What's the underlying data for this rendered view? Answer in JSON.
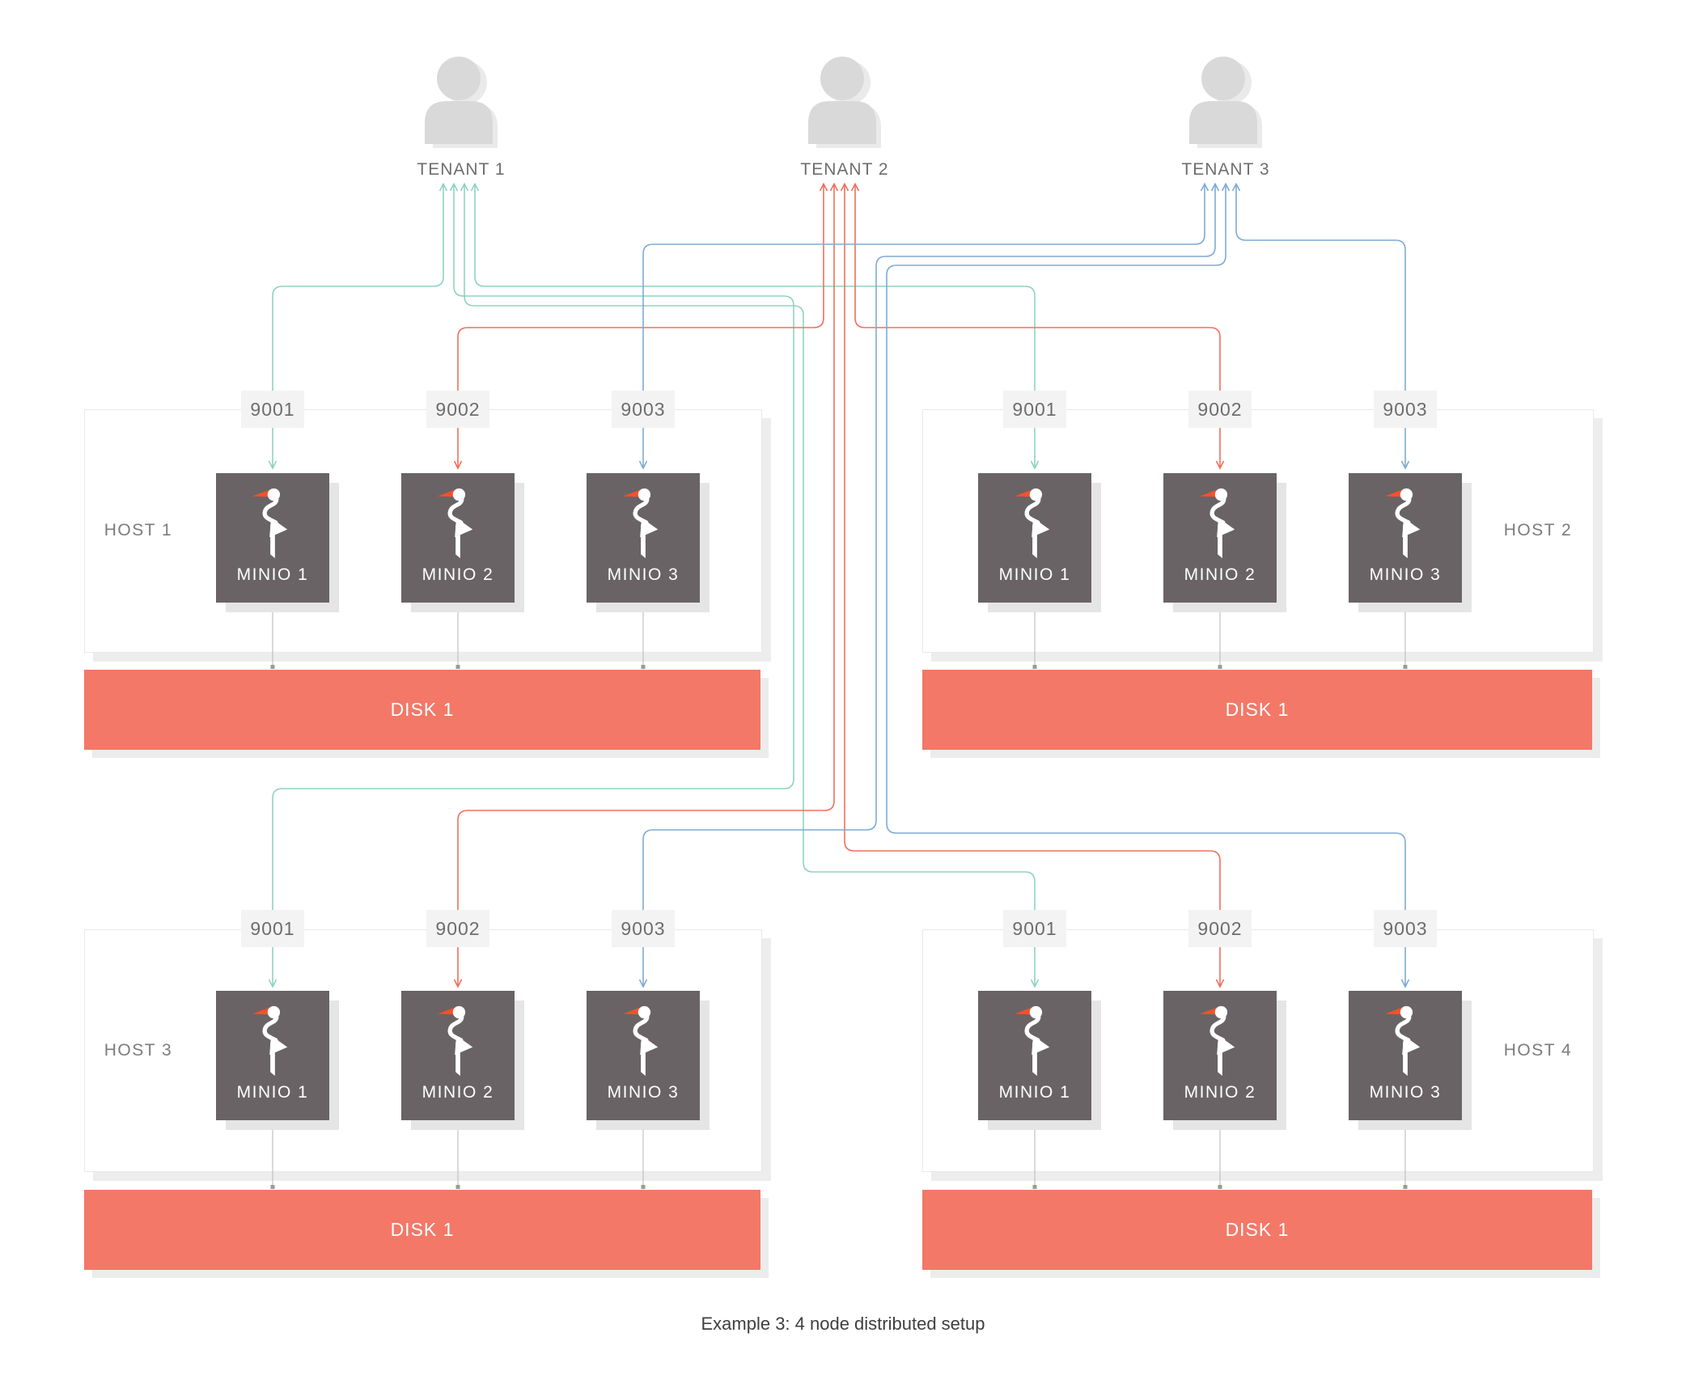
{
  "diagram": {
    "caption": "Example 3: 4 node distributed setup",
    "colors": {
      "tenant1-line": "#8dd3c1",
      "tenant2-line": "#f0705b",
      "tenant3-line": "#7dabd4",
      "disk-fill": "#f37868",
      "minio-box": "#696365",
      "minio-beak": "#f4512c",
      "icon-gray": "#d9d9d9"
    }
  },
  "tenants": [
    {
      "label": "TENANT 1"
    },
    {
      "label": "TENANT 2"
    },
    {
      "label": "TENANT 3"
    }
  ],
  "hosts": [
    {
      "name": "HOST 1",
      "ports": [
        "9001",
        "9002",
        "9003"
      ],
      "nodes": [
        "MINIO 1",
        "MINIO 2",
        "MINIO 3"
      ],
      "disk": "DISK 1"
    },
    {
      "name": "HOST 2",
      "ports": [
        "9001",
        "9002",
        "9003"
      ],
      "nodes": [
        "MINIO 1",
        "MINIO 2",
        "MINIO 3"
      ],
      "disk": "DISK 1"
    },
    {
      "name": "HOST 3",
      "ports": [
        "9001",
        "9002",
        "9003"
      ],
      "nodes": [
        "MINIO 1",
        "MINIO 2",
        "MINIO 3"
      ],
      "disk": "DISK 1"
    },
    {
      "name": "HOST 4",
      "ports": [
        "9001",
        "9002",
        "9003"
      ],
      "nodes": [
        "MINIO 1",
        "MINIO 2",
        "MINIO 3"
      ],
      "disk": "DISK 1"
    }
  ]
}
